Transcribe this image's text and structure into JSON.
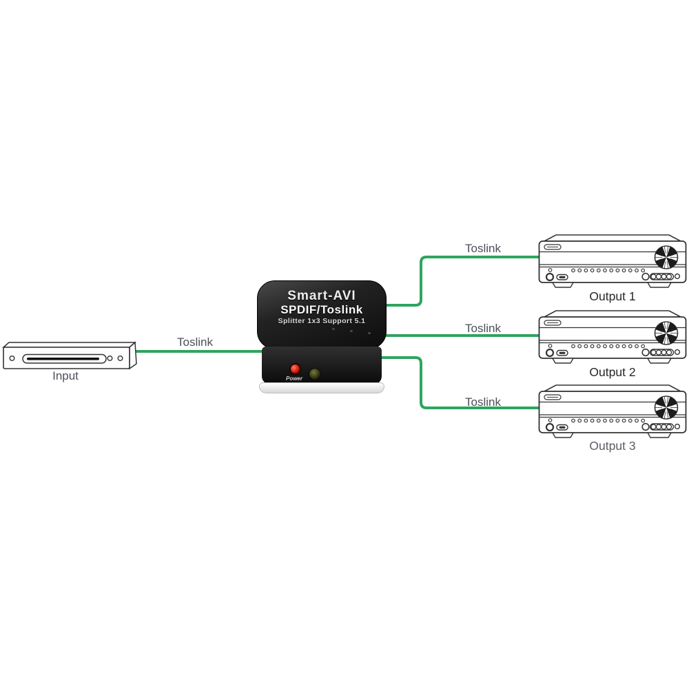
{
  "input_device": {
    "label": "Input"
  },
  "splitter": {
    "brand": "Smart-AVI",
    "model": "SPDIF/Toslink",
    "subtitle": "Splitter 1x3 Support 5.1",
    "power_label": "Power"
  },
  "cables": {
    "color": "#2EA45F",
    "input_label": "Toslink",
    "output_labels": [
      "Toslink",
      "Toslink",
      "Toslink"
    ]
  },
  "outputs": [
    {
      "label": "Output 1"
    },
    {
      "label": "Output 2"
    },
    {
      "label": "Output 3"
    }
  ]
}
